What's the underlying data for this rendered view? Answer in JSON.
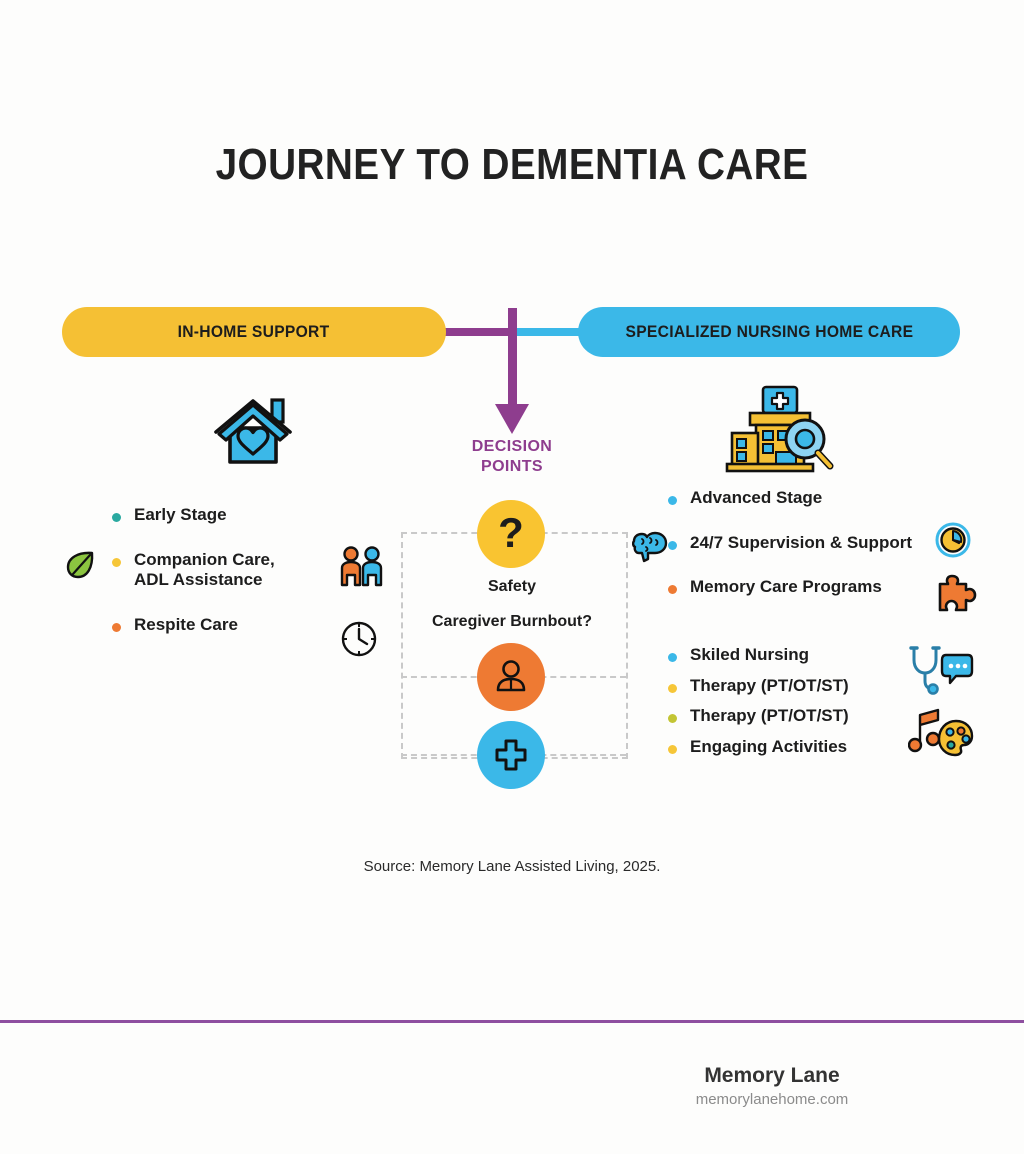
{
  "title": "JOURNEY TO DEMENTIA CARE",
  "branches": {
    "left": {
      "label": "IN-HOME SUPPORT",
      "color": "#f5c034",
      "icon": "house-heart-icon"
    },
    "right": {
      "label": "SPECIALIZED NURSING HOME CARE",
      "color": "#3bb8e8",
      "icon": "hospital-search-icon"
    }
  },
  "left_list": [
    {
      "text": "Early Stage",
      "bullet": "#2aa9a0"
    },
    {
      "text": "Companion Care,\nADL Assistance",
      "bullet": "#f6c638"
    },
    {
      "text": "Respite Care",
      "bullet": "#ee7a33"
    }
  ],
  "right_list_top": [
    {
      "text": "Advanced Stage",
      "bullet": "#3bb8e8"
    },
    {
      "text": "24/7 Supervision & Support",
      "bullet": "#3bb8e8"
    },
    {
      "text": "Memory Care Programs",
      "bullet": "#ee7a33"
    }
  ],
  "right_list_bottom": [
    {
      "text": "Skiled Nursing",
      "bullet": "#3bb8e8"
    },
    {
      "text": "Therapy (PT/OT/ST)",
      "bullet": "#f6c638"
    },
    {
      "text": "Therapy (PT/OT/ST)",
      "bullet": "#c3c534"
    },
    {
      "text": "Engaging Activities",
      "bullet": "#f6c638"
    }
  ],
  "decision": {
    "label_line1": "DECISION",
    "label_line2": "POINTS",
    "color": "#8e3d8e",
    "question_mark": "?",
    "safety": "Safety",
    "burnout": "Caregiver Burnbout?"
  },
  "icons": {
    "leaf": "leaf-icon",
    "people": "two-people-icon",
    "clock_left": "clock-icon",
    "brain": "brain-icon",
    "clock_right": "clock-icon",
    "puzzle": "puzzle-piece-icon",
    "stethoscope": "stethoscope-chat-icon",
    "music": "music-palette-icon"
  },
  "source": "Source: Memory Lane Assisted Living, 2025.",
  "footer": {
    "brand": "Memory Lane",
    "site": "memorylanehome.com"
  },
  "colors": {
    "purple": "#8e3d8e",
    "blue": "#3bb8e8",
    "yellow": "#f5c034",
    "orange": "#ee7a33",
    "teal": "#2aa9a0",
    "divider": "#8e4fa0"
  }
}
